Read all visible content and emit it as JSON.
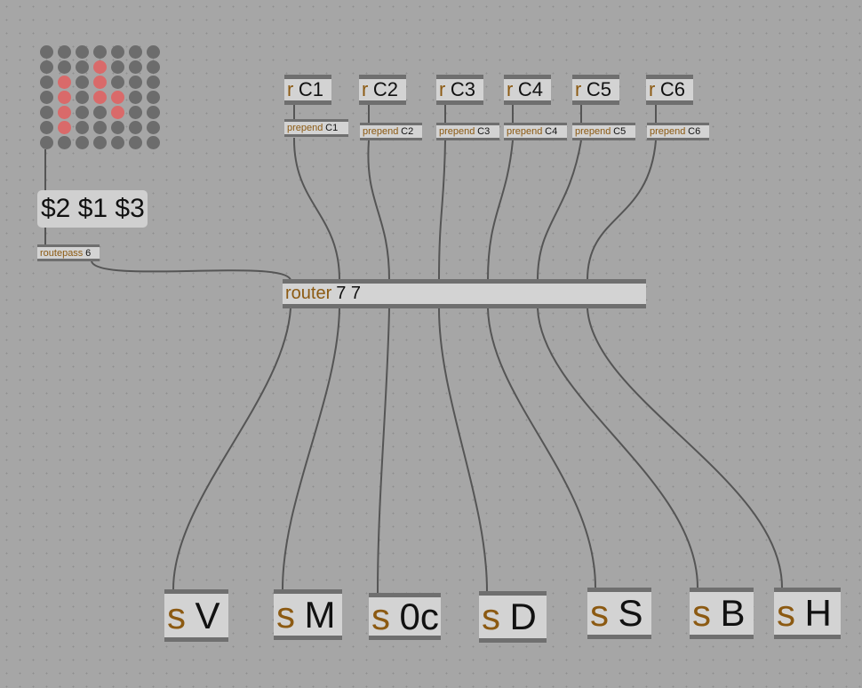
{
  "matrix": {
    "rows": 7,
    "cols": 7,
    "on_color": "#d96a6a",
    "off_color": "#6c6c6c",
    "cells": [
      [
        0,
        0,
        0,
        0,
        0,
        0,
        0
      ],
      [
        0,
        0,
        0,
        1,
        0,
        0,
        0
      ],
      [
        0,
        1,
        0,
        1,
        0,
        0,
        0
      ],
      [
        0,
        1,
        0,
        1,
        1,
        0,
        0
      ],
      [
        0,
        1,
        0,
        0,
        1,
        0,
        0
      ],
      [
        0,
        1,
        0,
        0,
        0,
        0,
        0
      ],
      [
        0,
        0,
        0,
        0,
        0,
        0,
        0
      ]
    ]
  },
  "message": {
    "text": "$2 $1 $3"
  },
  "routepass": {
    "cls": "routepass",
    "arg": "6"
  },
  "receives": [
    {
      "cls": "r",
      "arg": "C1"
    },
    {
      "cls": "r",
      "arg": "C2"
    },
    {
      "cls": "r",
      "arg": "C3"
    },
    {
      "cls": "r",
      "arg": "C4"
    },
    {
      "cls": "r",
      "arg": "C5"
    },
    {
      "cls": "r",
      "arg": "C6"
    }
  ],
  "prepends": [
    {
      "cls": "prepend",
      "arg": "C1"
    },
    {
      "cls": "prepend",
      "arg": "C2"
    },
    {
      "cls": "prepend",
      "arg": "C3"
    },
    {
      "cls": "prepend",
      "arg": "C4"
    },
    {
      "cls": "prepend",
      "arg": "C5"
    },
    {
      "cls": "prepend",
      "arg": "C6"
    }
  ],
  "router": {
    "cls": "router",
    "arg": "7 7"
  },
  "sends": [
    {
      "cls": "s",
      "arg": "V"
    },
    {
      "cls": "s",
      "arg": "M"
    },
    {
      "cls": "s",
      "arg": "0c"
    },
    {
      "cls": "s",
      "arg": "D"
    },
    {
      "cls": "s",
      "arg": "S"
    },
    {
      "cls": "s",
      "arg": "B"
    },
    {
      "cls": "s",
      "arg": "H"
    }
  ]
}
